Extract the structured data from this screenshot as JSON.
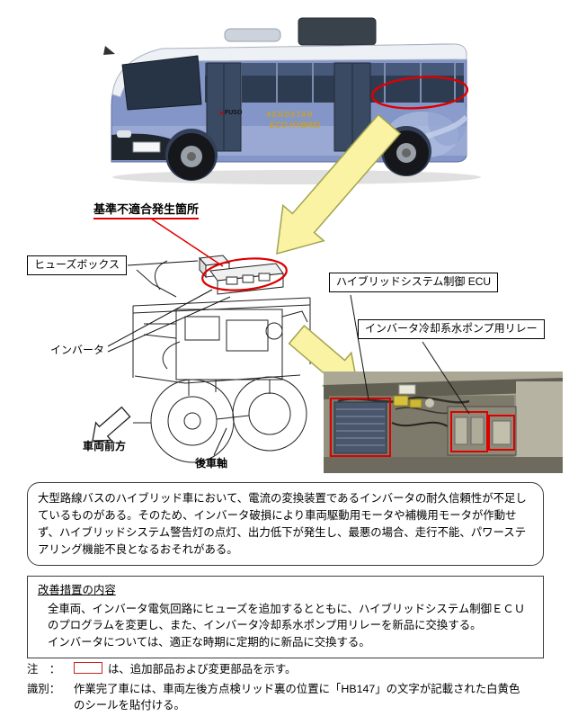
{
  "bus_photo": {
    "fuso_logo": "FUSO",
    "aerostar": "AEROSTAR",
    "eco_hybrid": "ECO HYBRID"
  },
  "annotations": {
    "defect_location": "基準不適合発生箇所",
    "fuse_box": "ヒューズボックス",
    "inverter": "インバータ",
    "hybrid_ecu": "ハイブリッドシステム制御 ECU",
    "pump_relay": "インバータ冷却系水ポンプ用リレー",
    "vehicle_front": "車両前方",
    "rear_axle": "後車軸"
  },
  "description_box": {
    "text": "大型路線バスのハイブリッド車において、電流の変換装置であるインバータの耐久信頼性が不足しているものがある。そのため、インバータ破損により車両駆動用モータや補機用モータが作動せず、ハイブリッドシステム警告灯の点灯、出力低下が発生し、最悪の場合、走行不能、パワーステアリング機能不良となるおそれがある。"
  },
  "measures_box": {
    "title": "改善措置の内容",
    "para1": "全車両、インバータ電気回路にヒューズを追加するとともに、ハイブリッドシステム制御ＥＣＵのプログラムを変更し、また、インバータ冷却系水ポンプ用リレーを新品に交換する。",
    "para2": "インバータについては、適正な時期に定期的に新品に交換する。"
  },
  "notes": {
    "note_label": "注　：",
    "note_text": "は、追加部品および変更部品を示す。",
    "id_label": "識別：",
    "id_text": "作業完了車には、車両左後方点検リッド裏の位置に「HB147」の文字が記載された白黄色のシールを貼付ける。"
  },
  "colors": {
    "highlight_red": "#dd0000",
    "arrow_yellow": "#f9f3a3",
    "bus_blue": "#8495c7"
  }
}
